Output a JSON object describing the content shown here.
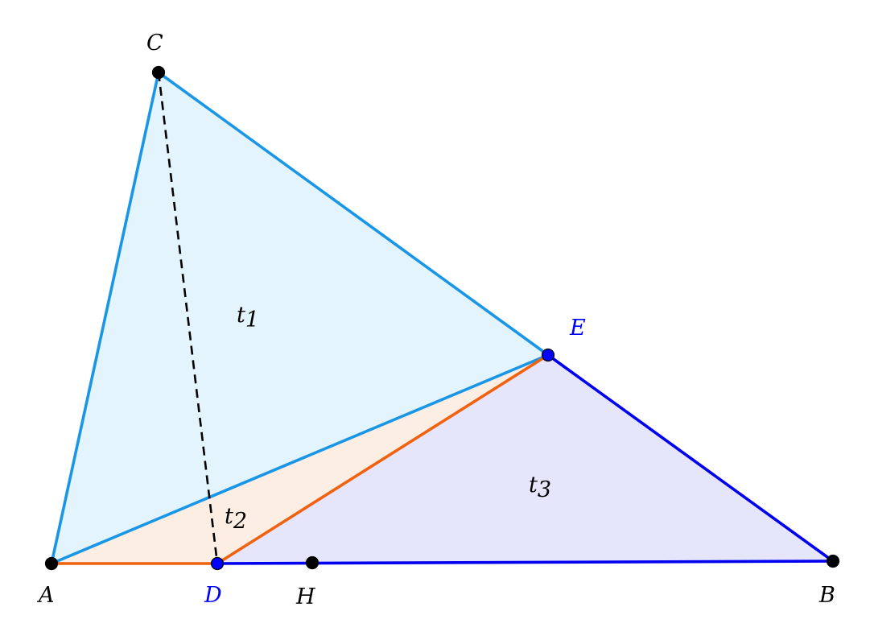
{
  "points": {
    "A": {
      "label": "A",
      "color": "#000000"
    },
    "B": {
      "label": "B",
      "color": "#000000"
    },
    "C": {
      "label": "C",
      "color": "#000000"
    },
    "D": {
      "label": "D",
      "color": "#0000ff"
    },
    "E": {
      "label": "E",
      "color": "#0000ff"
    },
    "H": {
      "label": "H",
      "color": "#000000"
    }
  },
  "regions": {
    "t1": {
      "letter": "t",
      "sub": "1",
      "stroke": "#1a96e6",
      "fill": "#e4f4fd"
    },
    "t2": {
      "letter": "t",
      "sub": "2",
      "stroke": "#f0620f",
      "fill": "#fdeee3"
    },
    "t3": {
      "letter": "t",
      "sub": "3",
      "stroke": "#0000ee",
      "fill": "#e5e5fb"
    }
  }
}
